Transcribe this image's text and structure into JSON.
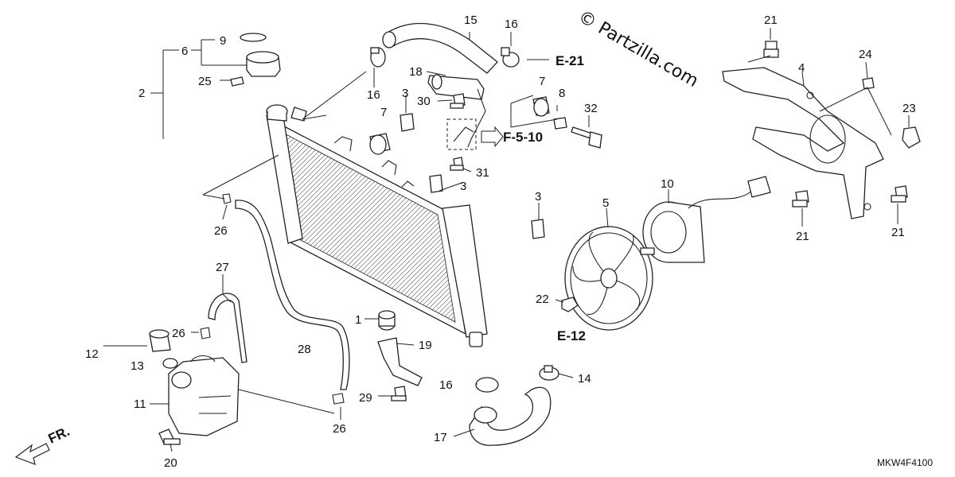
{
  "watermark": "© Partzilla.com",
  "diagram_code": "MKW4F4100",
  "direction_label": "FR.",
  "references": {
    "e21": "E-21",
    "f510": "F-5-10",
    "e12": "E-12"
  },
  "callouts": {
    "c1": "1",
    "c2": "2",
    "c3a": "3",
    "c3b": "3",
    "c3c": "3",
    "c4": "4",
    "c5": "5",
    "c6": "6",
    "c7a": "7",
    "c7b": "7",
    "c8": "8",
    "c9": "9",
    "c10": "10",
    "c11": "11",
    "c12": "12",
    "c13": "13",
    "c14": "14",
    "c15": "15",
    "c16a": "16",
    "c16b": "16",
    "c16c": "16",
    "c17": "17",
    "c18": "18",
    "c19": "19",
    "c20": "20",
    "c21a": "21",
    "c21b": "21",
    "c21c": "21",
    "c22": "22",
    "c23": "23",
    "c24": "24",
    "c25": "25",
    "c26a": "26",
    "c26b": "26",
    "c26c": "26",
    "c27": "27",
    "c28": "28",
    "c29": "29",
    "c30": "30",
    "c31": "31",
    "c32": "32"
  }
}
